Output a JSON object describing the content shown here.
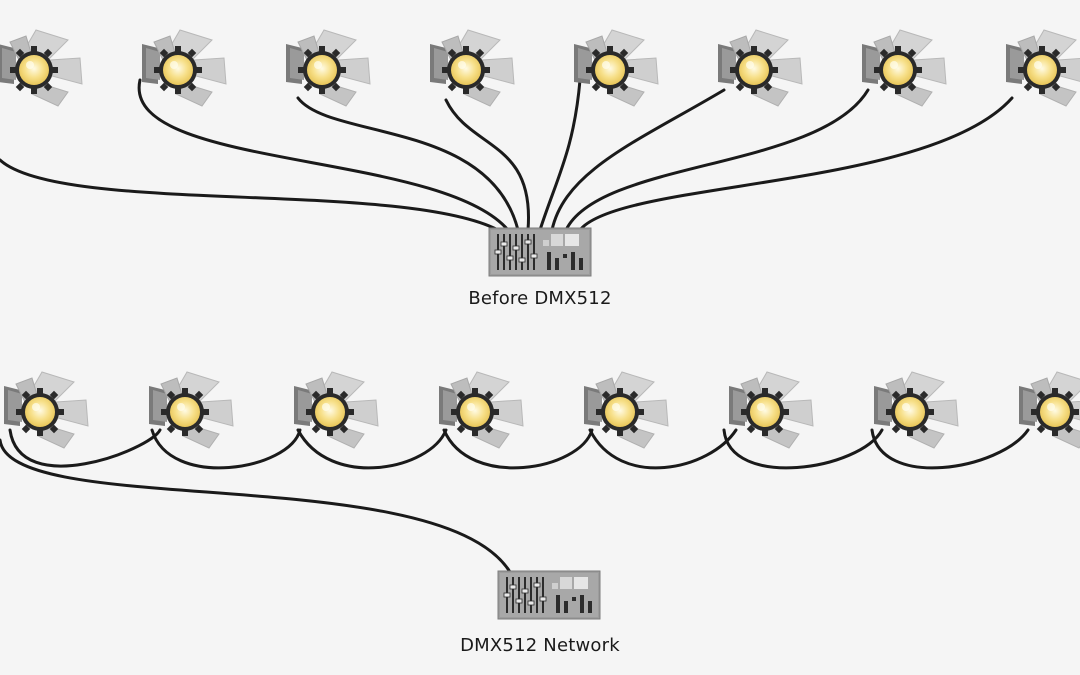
{
  "captions": {
    "before": "Before DMX512",
    "network": "DMX512 Network"
  },
  "diagram": {
    "fixture_icon": "stage-light-icon",
    "console_icon": "lighting-console-icon",
    "fixtures_per_row": 8
  },
  "colors": {
    "background": "#f5f5f5",
    "cable": "#1a1a1a",
    "lens": "#f7e08a",
    "barn_door": "#c9c9c9",
    "console": "#9a9a9a"
  }
}
